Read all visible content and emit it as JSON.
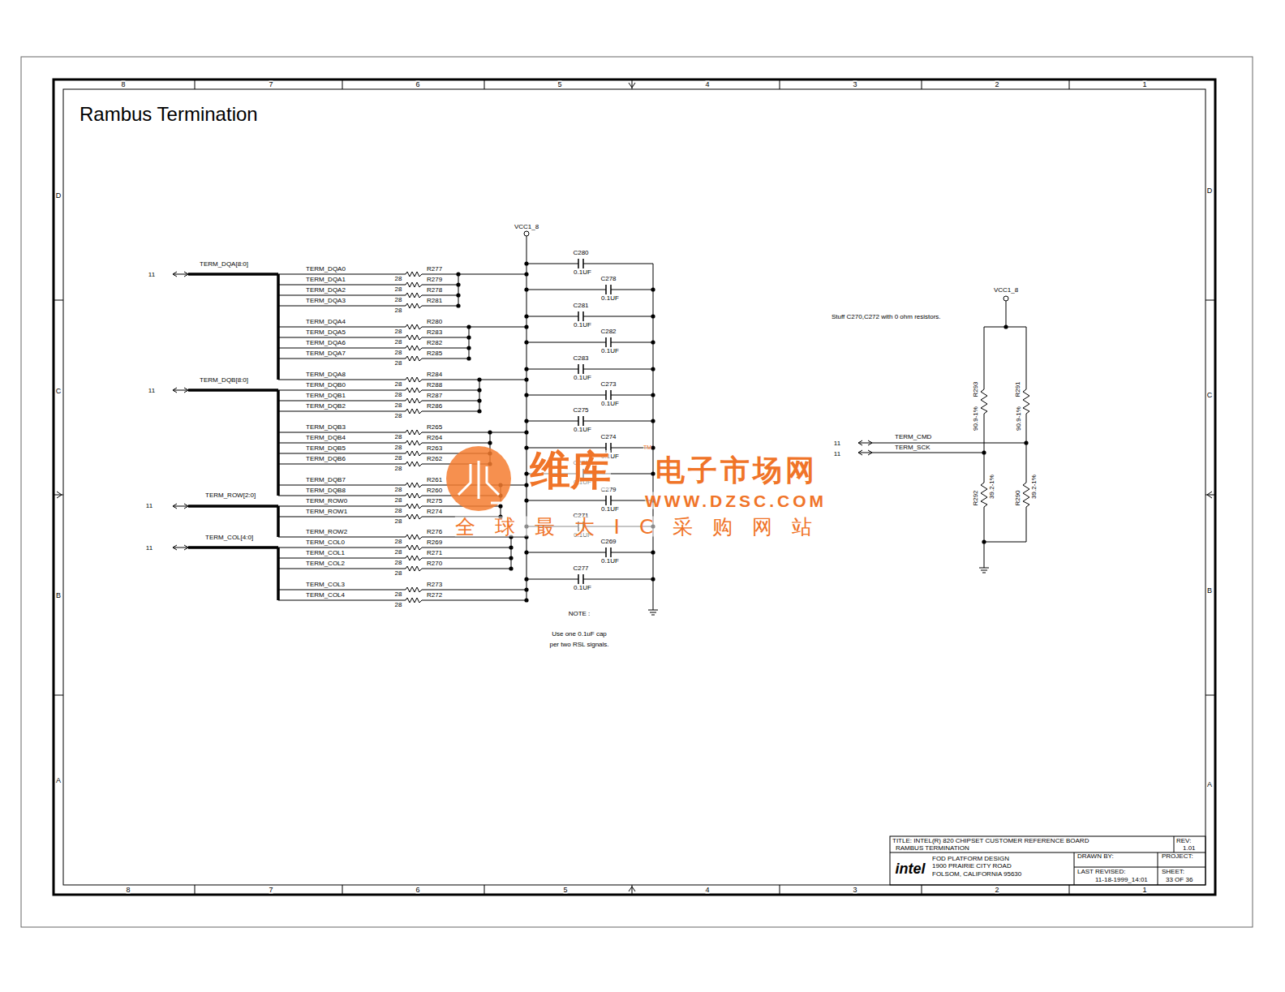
{
  "diagram": {
    "title": "Rambus Termination",
    "labels": [
      "8",
      "7",
      "6",
      "5",
      "4",
      "3",
      "2",
      "1",
      "8",
      "7",
      "6",
      "5",
      "4",
      "3",
      "2",
      "1",
      "D",
      "C",
      "B",
      "A",
      "D",
      "C",
      "B",
      "A",
      "VCC1_8",
      "TERM_DQA[8:0]",
      "11",
      "TERM_DQB[8:0]",
      "11",
      "TERM_ROW[2:0]",
      "11",
      "TERM_COL[4:0]",
      "11",
      "TERM_DQA0",
      "28",
      "R277",
      "TERM_DQA1",
      "28",
      "R279",
      "TERM_DQA2",
      "28",
      "R278",
      "TERM_DQA3",
      "28",
      "R281",
      "TERM_DQA4",
      "28",
      "R280",
      "TERM_DQA5",
      "28",
      "R283",
      "TERM_DQA6",
      "28",
      "R282",
      "TERM_DQA7",
      "28",
      "R285",
      "TERM_DQA8",
      "28",
      "R284",
      "TERM_DQB0",
      "28",
      "R288",
      "TERM_DQB1",
      "28",
      "R287",
      "TERM_DQB2",
      "28",
      "R286",
      "TERM_DQB3",
      "28",
      "R265",
      "TERM_DQB4",
      "28",
      "R264",
      "TERM_DQB5",
      "28",
      "R263",
      "TERM_DQB6",
      "28",
      "R262",
      "TERM_DQB7",
      "28",
      "R261",
      "TERM_DQB8",
      "28",
      "R260",
      "TERM_ROW0",
      "28",
      "R275",
      "TERM_ROW1",
      "28",
      "R274",
      "TERM_ROW2",
      "28",
      "R276",
      "TERM_COL0",
      "28",
      "R269",
      "TERM_COL1",
      "28",
      "R271",
      "TERM_COL2",
      "28",
      "R270",
      "TERM_COL3",
      "28",
      "R273",
      "TERM_COL4",
      "28",
      "R272",
      "C280",
      "0.1UF",
      "C278",
      "0.1UF",
      "C281",
      "0.1UF",
      "C282",
      "0.1UF",
      "C283",
      "0.1UF",
      "C273",
      "0.1UF",
      "C275",
      "0.1UF",
      "C274",
      "0.1UF",
      "C276",
      "0.1UF",
      "C279",
      "0.1UF",
      "C271",
      "0.1UF",
      "C269",
      "0.1UF",
      "C277",
      "0.1UF",
      "NOTE :",
      "Use one 0.1uF cap per two RSL signals.",
      "VCC1_8",
      "Stuff C270,C272 with 0 ohm resistors.",
      "R293",
      "90.9-1%",
      "R291",
      "90.9-1%",
      "TERM_CMD",
      "11",
      "TERM_SCK",
      "11",
      "R292",
      "39.2-1%",
      "R290",
      "39.2-1%",
      "TITLE: INTEL(R) 820 CHIPSET CUSTOMER REFERENCE BOARD",
      "RAMBUS TERMINATION",
      "REV:",
      "1.01",
      "intel",
      "FOD PLATFORM DESIGN",
      "1900 PRAIRIE CITY ROAD",
      "FOLSOM, CALIFORNIA 95630",
      "DRAWN BY:",
      "PROJECT:",
      "LAST REVISED:",
      "11-18-1999_14:01",
      "SHEET:",
      "33 OF 36",
      "维库",
      "电子市场网",
      "TM",
      "WWW.DZSC.COM",
      "全 球 最 大 I C 采 购 网 站"
    ]
  }
}
